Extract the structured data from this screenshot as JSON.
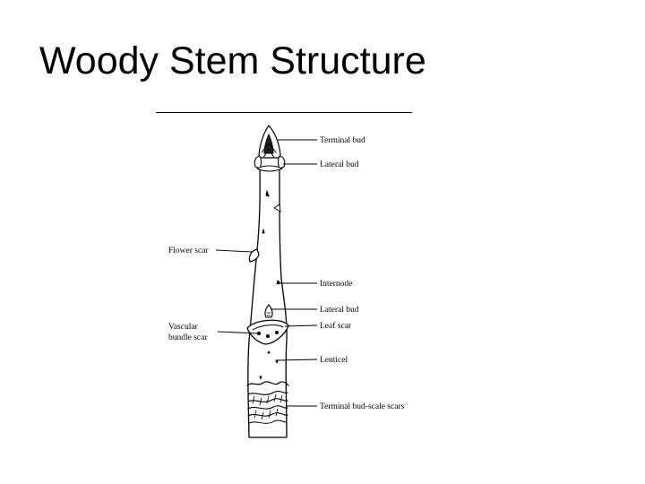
{
  "title": "Woody Stem Structure",
  "labels": {
    "terminal_bud": "Terminal bud",
    "lateral_bud_top": "Lateral bud",
    "flower_scar": "Flower scar",
    "internode": "Internode",
    "lateral_bud_mid": "Lateral bud",
    "vascular_line1": "Vascular",
    "vascular_line2": "bundle scar",
    "leaf_scar": "Leaf scar",
    "lenticel": "Lenticel",
    "terminal_bud_scale_scars": "Terminal bud-scale scars"
  }
}
